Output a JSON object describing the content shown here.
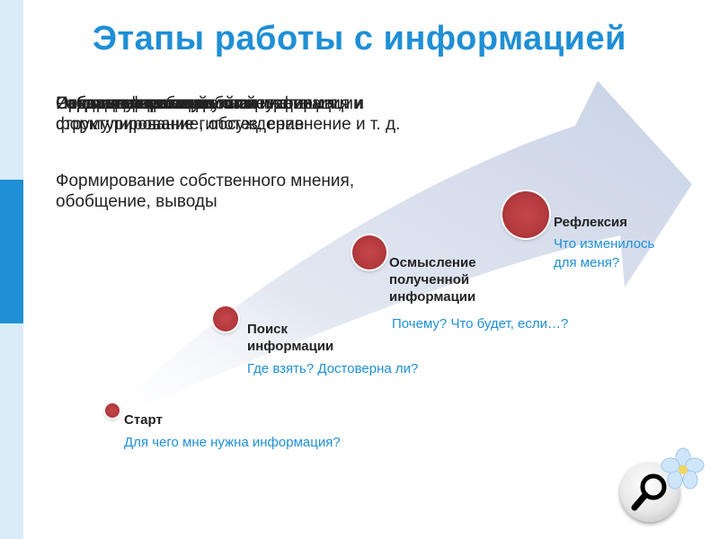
{
  "title": "Этапы работы с информацией",
  "overlapping_text": [
    "Поиск информации",
    "Создание проблемной ситуации",
    "Сравнение мнений",
    "Осмысление полученной информации",
    "Индивидуальная работа",
    "Работа в парах и группах",
    "Отбор информации, систематизация и структурирование, обсуждение",
    "Подведение итогов, интерпретация, формулирование гипотез, сравнение и т. д.",
    "Формирование собственного мнения, обобщение, выводы"
  ],
  "stages": [
    {
      "title": "Старт",
      "question": "Для чего мне нужна информация?"
    },
    {
      "title": "Поиск\nинформации",
      "question": "Где взять? Достоверна ли?"
    },
    {
      "title": "Осмысление\nполученной\nинформации",
      "question": "Почему? Что будет, если…?"
    },
    {
      "title": "Рефлексия",
      "question": "Что изменилось\nдля меня?"
    }
  ],
  "colors": {
    "title": "#1f8fd6",
    "accent": "#1f8fd6",
    "dot": "#b33a3e",
    "arrow": "#d3dbeb"
  },
  "icons": {
    "search": "magnifier-icon",
    "flower": "flower-icon"
  }
}
